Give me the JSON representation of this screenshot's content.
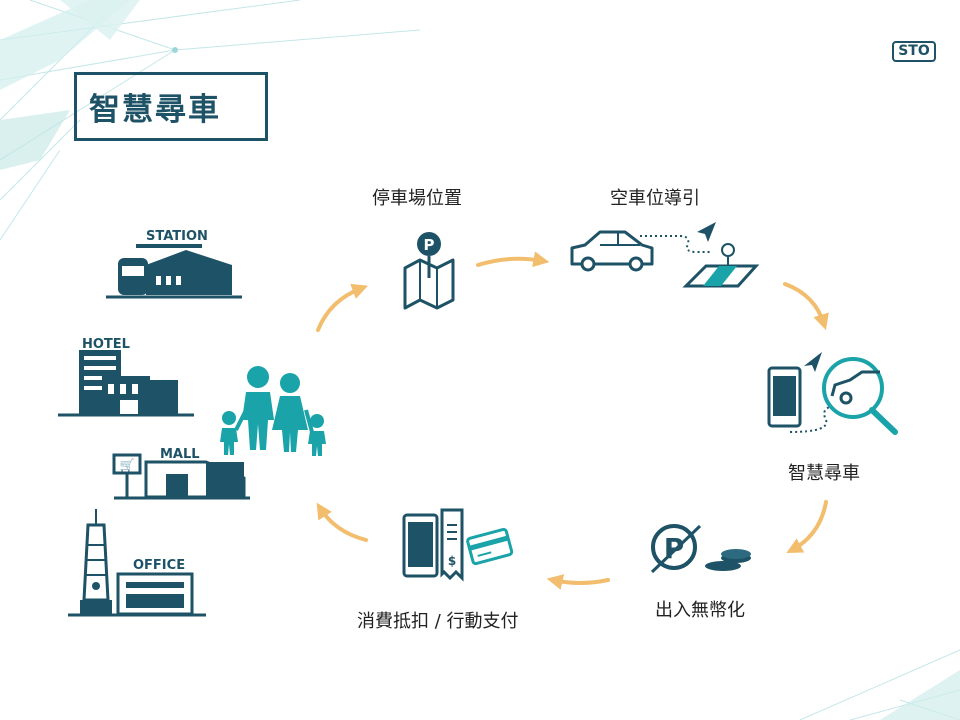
{
  "title": "智慧尋車",
  "logo": "STO",
  "steps": [
    {
      "label": "停車場位置",
      "icon": "parking-map-icon"
    },
    {
      "label": "空車位導引",
      "icon": "car-navigation-icon"
    },
    {
      "label": "智慧尋車",
      "icon": "phone-search-car-icon"
    },
    {
      "label": "出入無幣化",
      "icon": "no-coin-parking-icon"
    },
    {
      "label": "消費抵扣 / 行動支付",
      "icon": "mobile-payment-icon"
    }
  ],
  "center": {
    "icon": "family-icon"
  },
  "buildings": [
    {
      "label": "STATION",
      "icon": "train-station-icon"
    },
    {
      "label": "HOTEL",
      "icon": "hotel-building-icon"
    },
    {
      "label": "MALL",
      "icon": "mall-building-icon"
    },
    {
      "label": "OFFICE",
      "icon": "office-tower-icon"
    }
  ],
  "colors": {
    "navy": "#1e5266",
    "teal": "#1aa3a8",
    "arrow": "#f2bd6c",
    "deco": "#b9e3e3"
  }
}
